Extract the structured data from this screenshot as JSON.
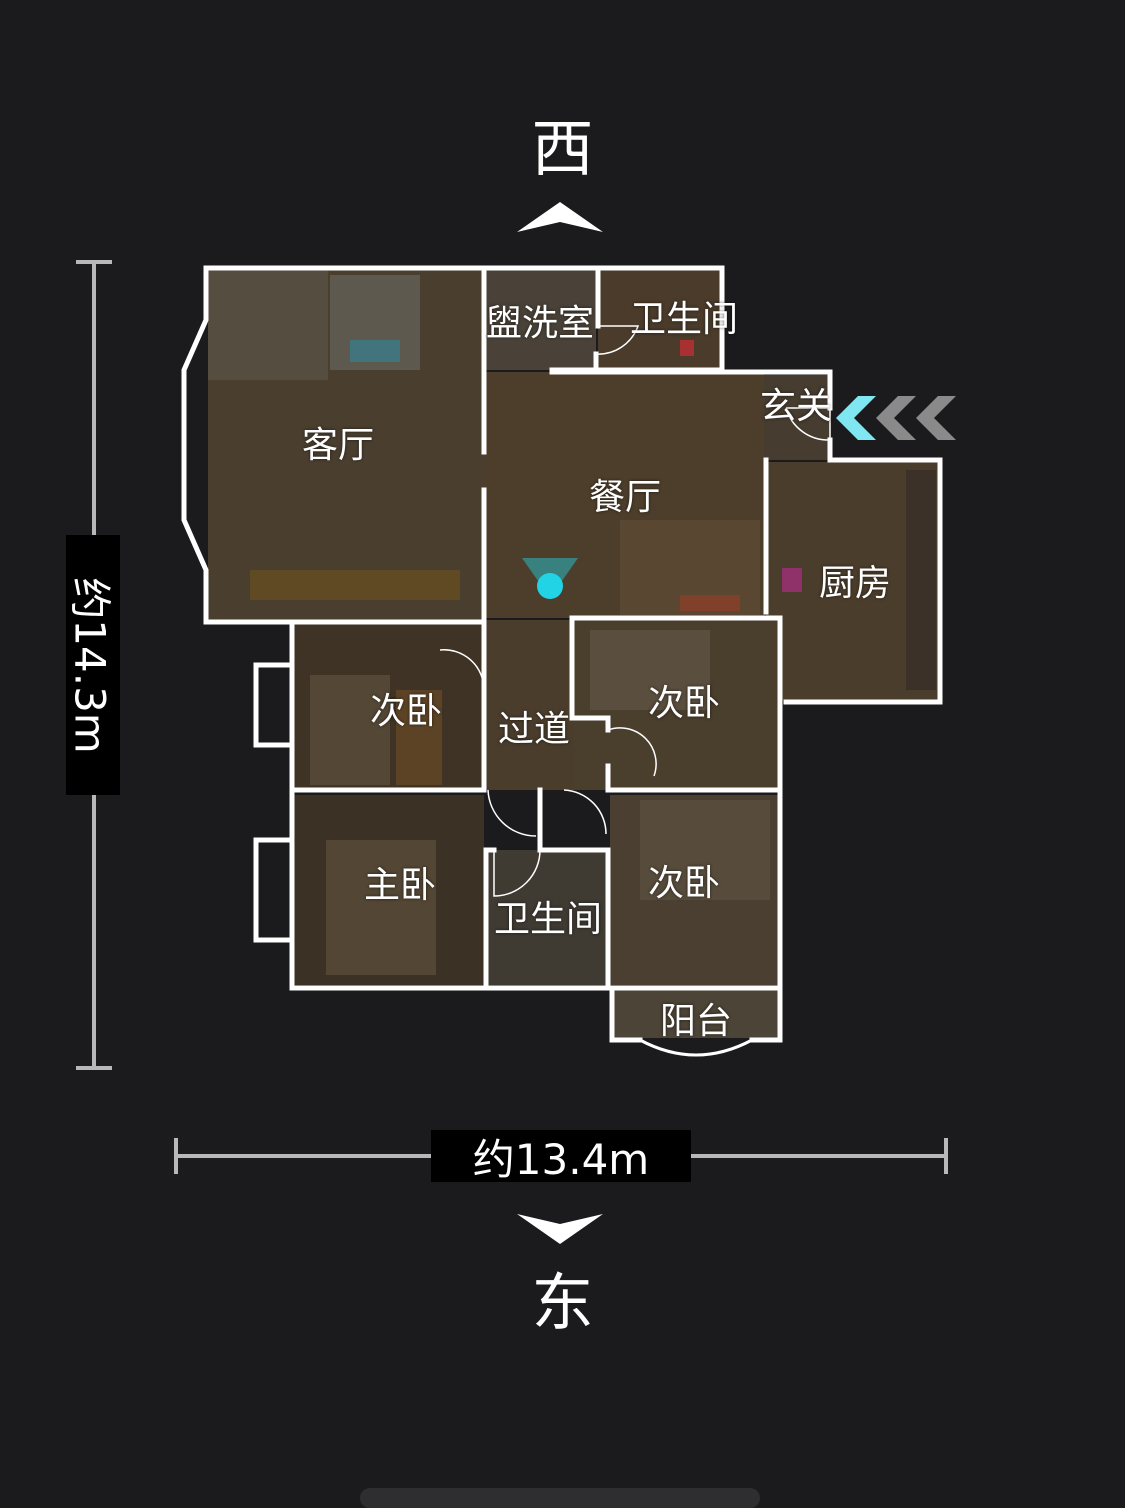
{
  "compass": {
    "top": "西",
    "bottom": "东"
  },
  "dimensions": {
    "height": "约14.3m",
    "width": "约13.4m"
  },
  "rooms": {
    "living_room": "客厅",
    "washroom": "盥洗室",
    "bathroom_1": "卫生间",
    "entrance": "玄关",
    "dining_room": "餐厅",
    "kitchen": "厨房",
    "bedroom_left": "次卧",
    "corridor": "过道",
    "bedroom_right_upper": "次卧",
    "master_bedroom": "主卧",
    "bathroom_2": "卫生间",
    "bedroom_right_lower": "次卧",
    "balcony": "阳台"
  },
  "colors": {
    "background": "#1b1b1d",
    "wall": "#ffffff",
    "marker": "#22d3e6",
    "entry_arrow_active": "#7fe6f2",
    "entry_arrow_inactive": "#8a8a8a"
  }
}
